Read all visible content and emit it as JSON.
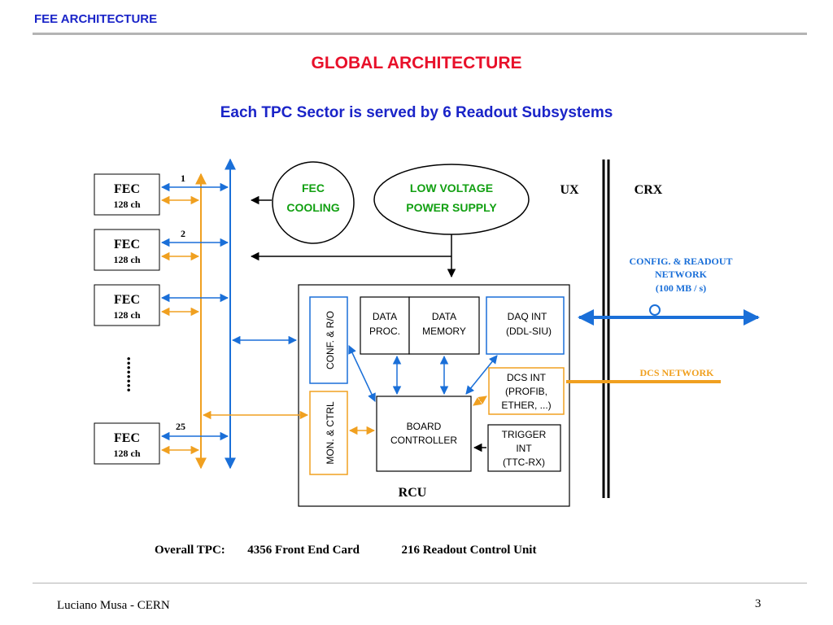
{
  "header": {
    "title": "FEE ARCHITECTURE"
  },
  "slide": {
    "title": "GLOBAL ARCHITECTURE",
    "subtitle": "Each TPC Sector is served by 6 Readout Subsystems"
  },
  "diagram": {
    "fecs": [
      {
        "label": "FEC",
        "channels": "128 ch",
        "index": "1"
      },
      {
        "label": "FEC",
        "channels": "128 ch",
        "index": "2"
      },
      {
        "label": "FEC",
        "channels": "128 ch",
        "index": ""
      },
      {
        "label": "FEC",
        "channels": "128 ch",
        "index": "25"
      }
    ],
    "ellipsis": "........",
    "fec_cooling": {
      "line1": "FEC",
      "line2": "COOLING"
    },
    "low_voltage": {
      "line1": "LOW VOLTAGE",
      "line2": "POWER SUPPLY"
    },
    "zones": {
      "ux": "UX",
      "crx": "CRX"
    },
    "config_network": {
      "line1": "CONFIG. & READOUT",
      "line2": "NETWORK",
      "line3": "(100 MB / s)"
    },
    "dcs_network": "DCS NETWORK",
    "rcu": {
      "label": "RCU",
      "conf_ro": "CONF. & R/O",
      "mon_ctrl": "MON. & CTRL",
      "data_proc": {
        "line1": "DATA",
        "line2": "PROC."
      },
      "data_memory": {
        "line1": "DATA",
        "line2": "MEMORY"
      },
      "daq_int": {
        "line1": "DAQ INT",
        "line2": "(DDL-SIU)"
      },
      "dcs_int": {
        "line1": "DCS INT",
        "line2": "(PROFIB,",
        "line3": "ETHER, ...)"
      },
      "board_controller": {
        "line1": "BOARD",
        "line2": "CONTROLLER"
      },
      "trigger_int": {
        "line1": "TRIGGER",
        "line2": "INT",
        "line3": "(TTC-RX)"
      }
    },
    "colors": {
      "blue": "#1a6fd8",
      "orange": "#f0a020",
      "green": "#12a012",
      "red": "#e8102a",
      "title_blue": "#1a24c8"
    }
  },
  "summary": {
    "label": "Overall TPC:",
    "fec_count": "4356 Front End Card",
    "rcu_count": "216 Readout Control Unit"
  },
  "footer": {
    "author": "Luciano Musa - CERN",
    "page": "3"
  }
}
